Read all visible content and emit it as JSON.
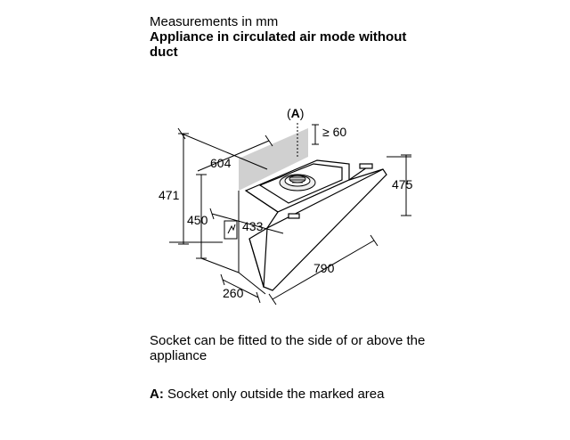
{
  "header": {
    "measurements_label": "Measurements in mm",
    "mode_title": "Appliance in circulated air mode without duct"
  },
  "diagram": {
    "marker_open": "(",
    "marker_letter": "A",
    "marker_close": ")",
    "dimensions": {
      "min_clearance": "≥ 60",
      "width": "604",
      "total_height": "471",
      "body_height": "450",
      "depth_top": "433",
      "depth_bottom": "260",
      "hood_height": "475",
      "hood_length": "790"
    },
    "colors": {
      "line": "#000000",
      "shaded_area": "#d0d0d0",
      "glass": "#ffffff"
    },
    "icons": [
      "fan-unit-icon",
      "power-socket-icon"
    ]
  },
  "notes": {
    "socket_text": "Socket can be fitted to the side of or above the appliance",
    "area_prefix": "A:",
    "area_text": " Socket only outside the marked area"
  }
}
